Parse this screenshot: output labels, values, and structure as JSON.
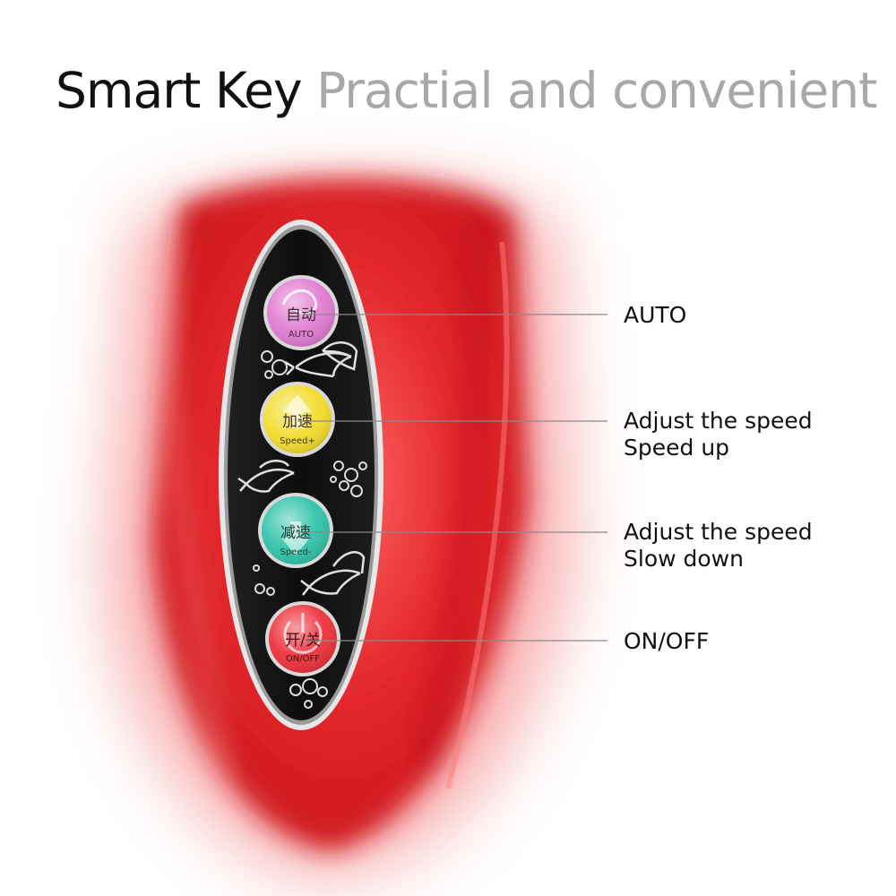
{
  "headline": {
    "bold_part": "Smart Key",
    "light_part": "Practial and convenient"
  },
  "buttons": [
    {
      "cn": "自动",
      "en": "AUTO",
      "color": "#e07bd0"
    },
    {
      "cn": "加速",
      "en": "Speed+",
      "color": "#f2dc2a"
    },
    {
      "cn": "减速",
      "en": "Speed-",
      "color": "#2fc3a8"
    },
    {
      "cn": "开/关",
      "en": "ON/OFF",
      "color": "#ee2f3a"
    }
  ],
  "callouts": [
    {
      "lines": [
        "AUTO"
      ]
    },
    {
      "lines": [
        "Adjust the speed",
        "Speed up"
      ]
    },
    {
      "lines": [
        "Adjust the speed",
        "Slow down"
      ]
    },
    {
      "lines": [
        "ON/OFF"
      ]
    }
  ],
  "colors": {
    "device_red": "#e0242a",
    "panel_black": "#141414",
    "line_gray": "#8a8a8a"
  },
  "icons": [
    "dolphin-icon",
    "bubbles-icon",
    "power-icon"
  ]
}
